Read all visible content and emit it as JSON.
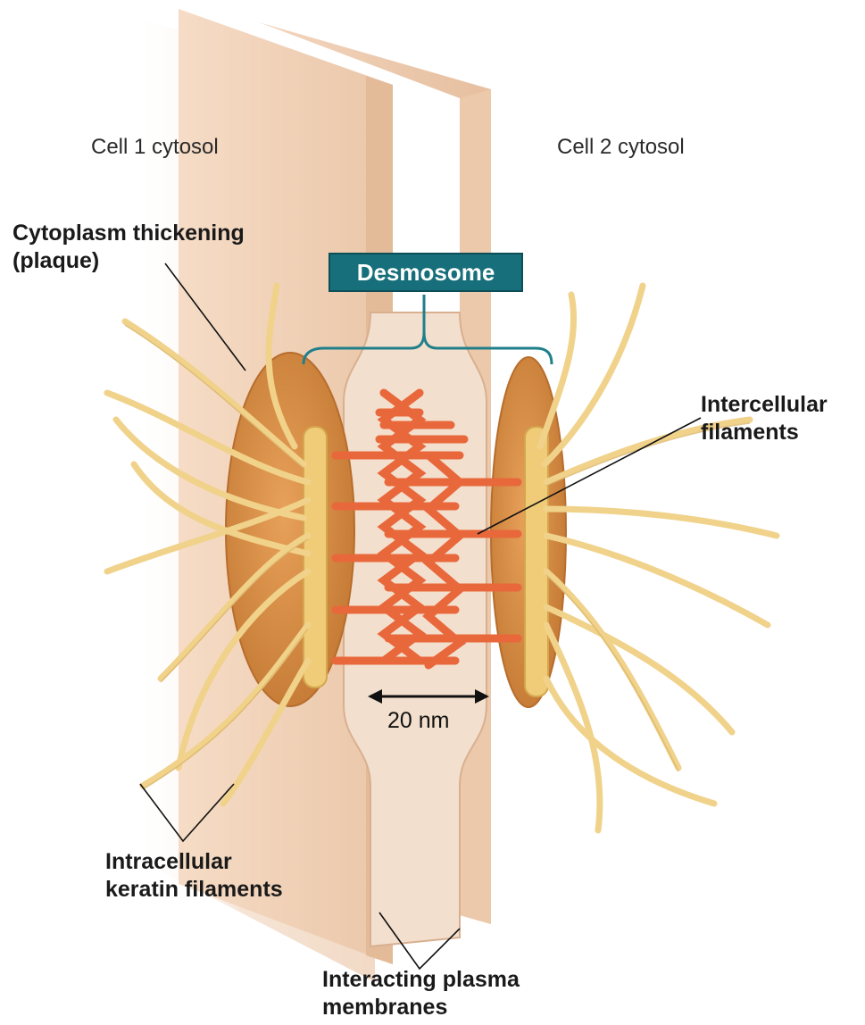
{
  "labels": {
    "cell1": "Cell 1 cytosol",
    "cell2": "Cell 2 cytosol",
    "plaque": "Cytoplasm thickening\n(plaque)",
    "desmosome": "Desmosome",
    "intercellular": "Intercellular\nfilaments",
    "distance": "20 nm",
    "keratin": "Intracellular\nkeratin filaments",
    "membranes": "Interacting plasma\nmembranes"
  },
  "colors": {
    "membrane": "#f1d2b8",
    "membrane_dark": "#ddb596",
    "plaque": "#d98e45",
    "plaque_dark": "#b76d2c",
    "plaque_bar": "#f0cc78",
    "keratin": "#f0d28a",
    "intercellular": "#e8683c",
    "desmosome_box": "#166f7a",
    "bracket": "#1f7f8a"
  }
}
